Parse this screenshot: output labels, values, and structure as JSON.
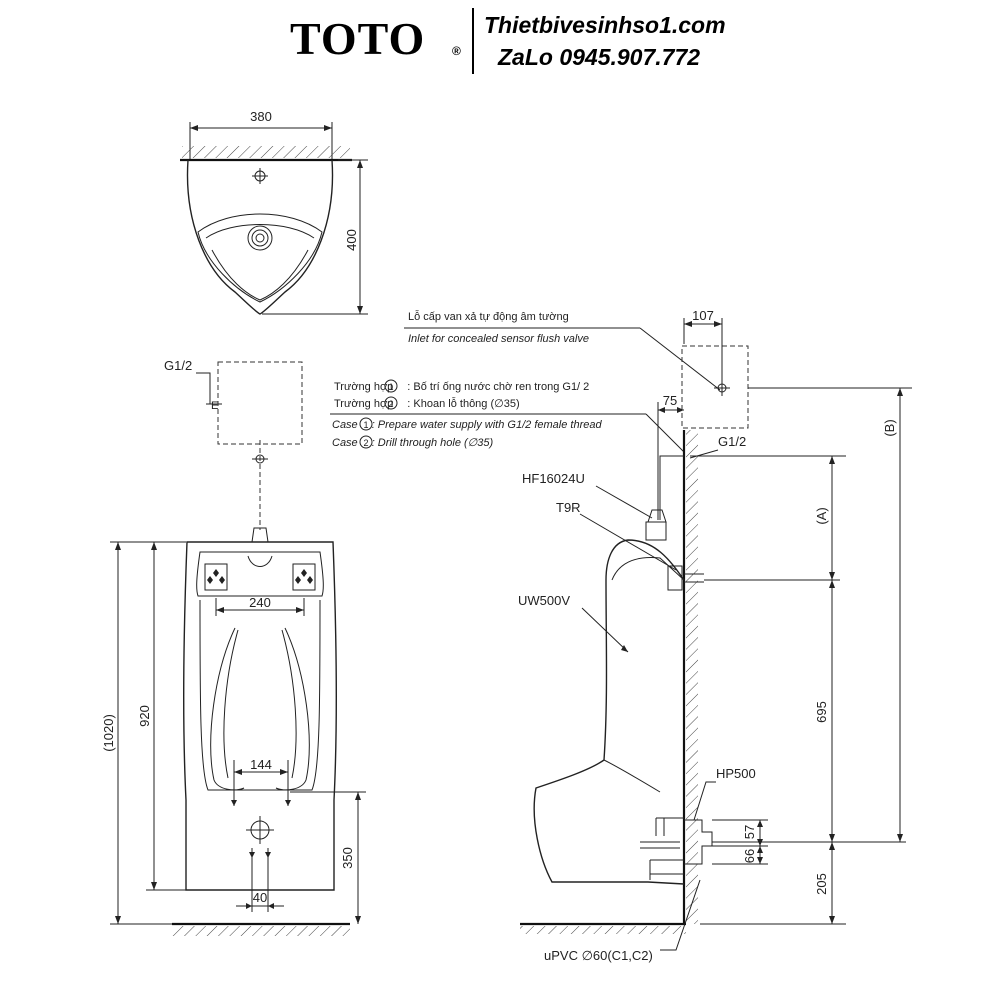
{
  "header": {
    "brand": "TOTO",
    "registered_mark": "®",
    "website": "Thietbivesinhso1.com",
    "contact": "ZaLo 0945.907.772"
  },
  "top_view": {
    "width_dim": "380",
    "depth_dim": "400"
  },
  "supply_box": {
    "thread_label": "G1/2"
  },
  "notes": {
    "inlet_vi": "Lỗ cấp van xả tự động âm tường",
    "inlet_en": "Inlet for concealed sensor flush valve",
    "case1_vi_prefix": "Trường hợp",
    "case1_num": "1",
    "case1_vi_text": ": Bố trí ống nước chờ ren trong G1/ 2",
    "case2_vi_prefix": "Trường hợp",
    "case2_num": "2",
    "case2_vi_text": ": Khoan lỗ thông (∅35)",
    "case1_en_prefix": "Case",
    "case1_en_text": ": Prepare water supply with G1/2 female thread",
    "case2_en_prefix": "Case",
    "case2_en_text": ": Drill through hole (∅35)"
  },
  "front_view": {
    "overall_height": "(1020)",
    "body_height": "920",
    "mount_spacing": "240",
    "outlet_spacing": "144",
    "outlet_height": "350",
    "drain_spacing": "40"
  },
  "side_view": {
    "valve_offset": "107",
    "wall_offset": "75",
    "thread_label": "G1/2",
    "dim_a": "(A)",
    "dim_b": "(B)",
    "height_695": "695",
    "dim_57": "57",
    "dim_66": "66",
    "dim_205": "205",
    "part_flush_valve": "HF16024U",
    "part_spud": "T9R",
    "part_urinal": "UW500V",
    "part_trap": "HP500",
    "pipe_label": "uPVC ∅60(C1,C2)"
  }
}
